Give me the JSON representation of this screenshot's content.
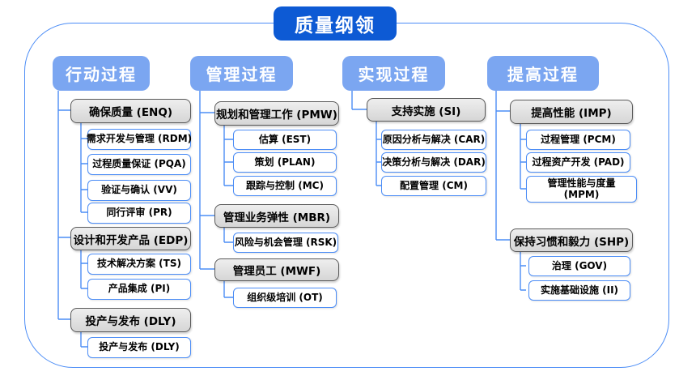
{
  "title": "质量纲领",
  "colors": {
    "title_bg": "#0d5ad4",
    "header_bg": "#7ba6f1",
    "line_blue": "#4c8df6",
    "group_fill": "#dcdcdc",
    "group_border": "#595959",
    "leaf_border": "#4c8df6",
    "text": "#000000"
  },
  "columns": [
    {
      "header": "行动过程",
      "groups": [
        {
          "label": "确保质量 (ENQ)",
          "children": [
            {
              "label": "需求开发与管理 (RDM)"
            },
            {
              "label": "过程质量保证 (PQA)"
            },
            {
              "label": "验证与确认 (VV)"
            },
            {
              "label": "同行评审 (PR)"
            }
          ]
        },
        {
          "label": "设计和开发产品 (EDP)",
          "children": [
            {
              "label": "技术解决方案 (TS)"
            },
            {
              "label": "产品集成 (PI)"
            }
          ]
        },
        {
          "label": "投产与发布 (DLY)",
          "children": [
            {
              "label": "投产与发布 (DLY)"
            }
          ]
        }
      ]
    },
    {
      "header": "管理过程",
      "groups": [
        {
          "label": "规划和管理工作 (PMW)",
          "children": [
            {
              "label": "估算 (EST)"
            },
            {
              "label": "策划 (PLAN)"
            },
            {
              "label": "跟踪与控制 (MC)"
            }
          ]
        },
        {
          "label": "管理业务弹性 (MBR)",
          "children": [
            {
              "label": "风险与机会管理 (RSK)"
            }
          ]
        },
        {
          "label": "管理员工 (MWF)",
          "children": [
            {
              "label": "组织级培训 (OT)"
            }
          ]
        }
      ]
    },
    {
      "header": "实现过程",
      "groups": [
        {
          "label": "支持实施 (SI)",
          "children": [
            {
              "label": "原因分析与解决 (CAR)"
            },
            {
              "label": "决策分析与解决 (DAR)"
            },
            {
              "label": "配置管理 (CM)"
            }
          ]
        }
      ]
    },
    {
      "header": "提高过程",
      "groups": [
        {
          "label": "提高性能 (IMP)",
          "children": [
            {
              "label": "过程管理 (PCM)"
            },
            {
              "label": "过程资产开发 (PAD)"
            },
            {
              "label": "管理性能与度量 (MPM)"
            }
          ]
        },
        {
          "label": "保持习惯和毅力 (SHP)",
          "children": [
            {
              "label": "治理 (GOV)"
            },
            {
              "label": "实施基础设施 (II)"
            }
          ]
        }
      ]
    }
  ]
}
